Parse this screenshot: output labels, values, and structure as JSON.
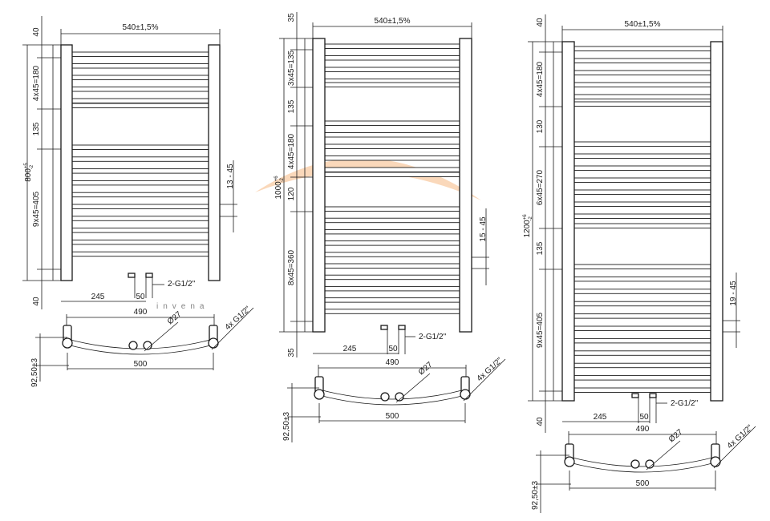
{
  "watermark": {
    "brand": "invena",
    "arc_color": "#f3a866",
    "text_color": "#d9d9d9"
  },
  "labels": {
    "width": "540±1,5%",
    "offset_245": "245",
    "spacing_50": "50",
    "connections": "2-G1/2\"",
    "width_490": "490",
    "width_500": "500",
    "diameter": "Ø27",
    "thread": "4x G1/2\"",
    "depth": "92,50±3",
    "end_40": "40",
    "end_35": "35"
  },
  "radiators": [
    {
      "height": "800",
      "tol_plus": "+5",
      "tol_minus": "-2",
      "wall": "13 - 45",
      "segments": [
        "4x45=180",
        "135",
        "9x45=405"
      ],
      "top_end": "40",
      "bottom_end": "40"
    },
    {
      "height": "1000",
      "tol_plus": "+6",
      "tol_minus": "-2",
      "wall": "15 - 45",
      "segments": [
        "3x45=135",
        "135",
        "4x45=180",
        "120",
        "8x45=360"
      ],
      "top_end": "35",
      "bottom_end": "35"
    },
    {
      "height": "1200",
      "tol_plus": "+6",
      "tol_minus": "-2",
      "wall": "19 - 45",
      "segments": [
        "4x45=180",
        "130",
        "6x45=270",
        "135",
        "9x45=405"
      ],
      "top_end": "40",
      "bottom_end": "40"
    }
  ]
}
